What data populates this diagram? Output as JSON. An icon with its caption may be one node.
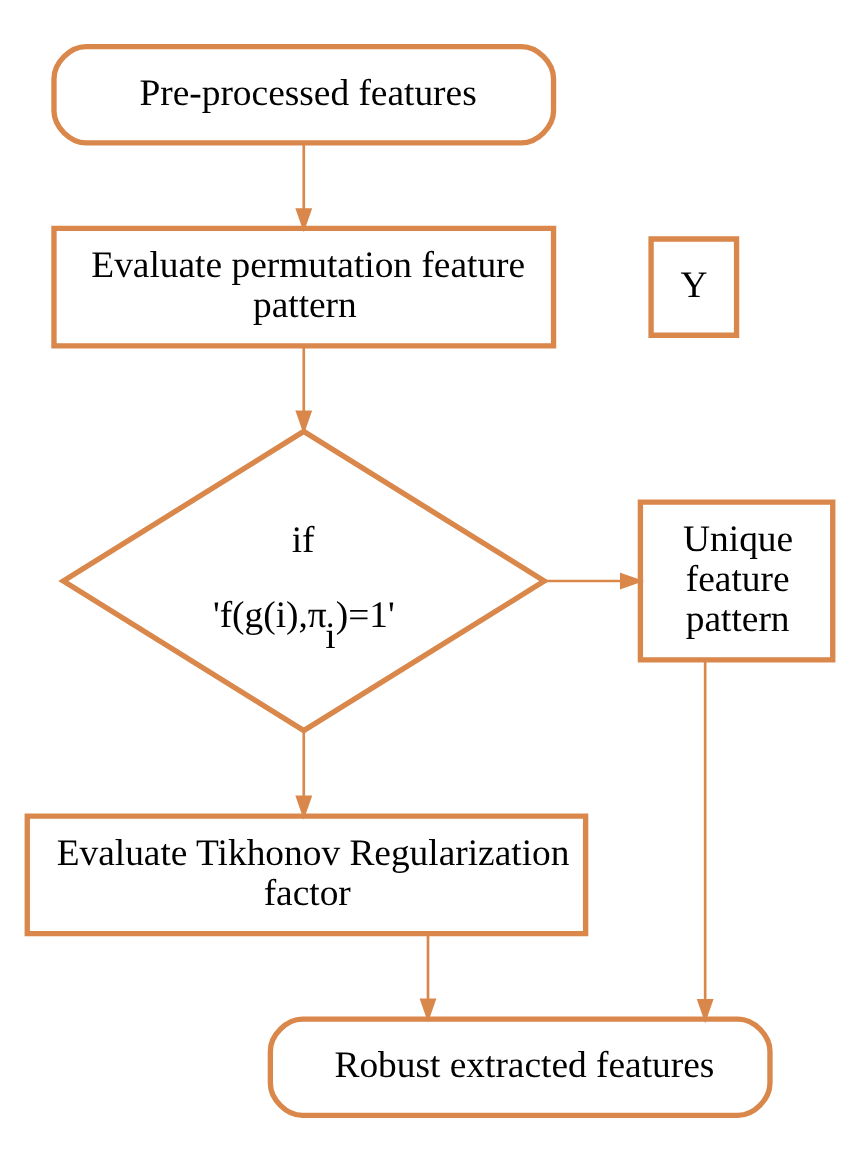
{
  "diagram": {
    "nodes": [
      {
        "text": [
          "Pre-processed features"
        ]
      },
      {
        "text": [
          "Evaluate permutation feature pattern"
        ]
      },
      {
        "text": [
          "if",
          "'f(g(i),π$_{i}$)=1'"
        ]
      },
      {
        "text": [
          "Y"
        ]
      },
      {
        "text": [
          "Unique feature pattern"
        ]
      },
      {
        "text": [
          "Evaluate Tikhonov Regularization factor"
        ]
      },
      {
        "text": [
          "Robust extracted features"
        ]
      }
    ],
    "edges": [
      {
        "from": 0,
        "to": 1,
        "arrow": "to"
      },
      {
        "from": 1,
        "to": 2,
        "arrow": "to"
      },
      {
        "from": 2,
        "to": 4,
        "arrow": "to"
      },
      {
        "from": 2,
        "to": 5,
        "arrow": "to"
      },
      {
        "from": 5,
        "to": 6,
        "arrow": "to"
      },
      {
        "from": 4,
        "to": 6,
        "arrow": "to"
      }
    ]
  }
}
